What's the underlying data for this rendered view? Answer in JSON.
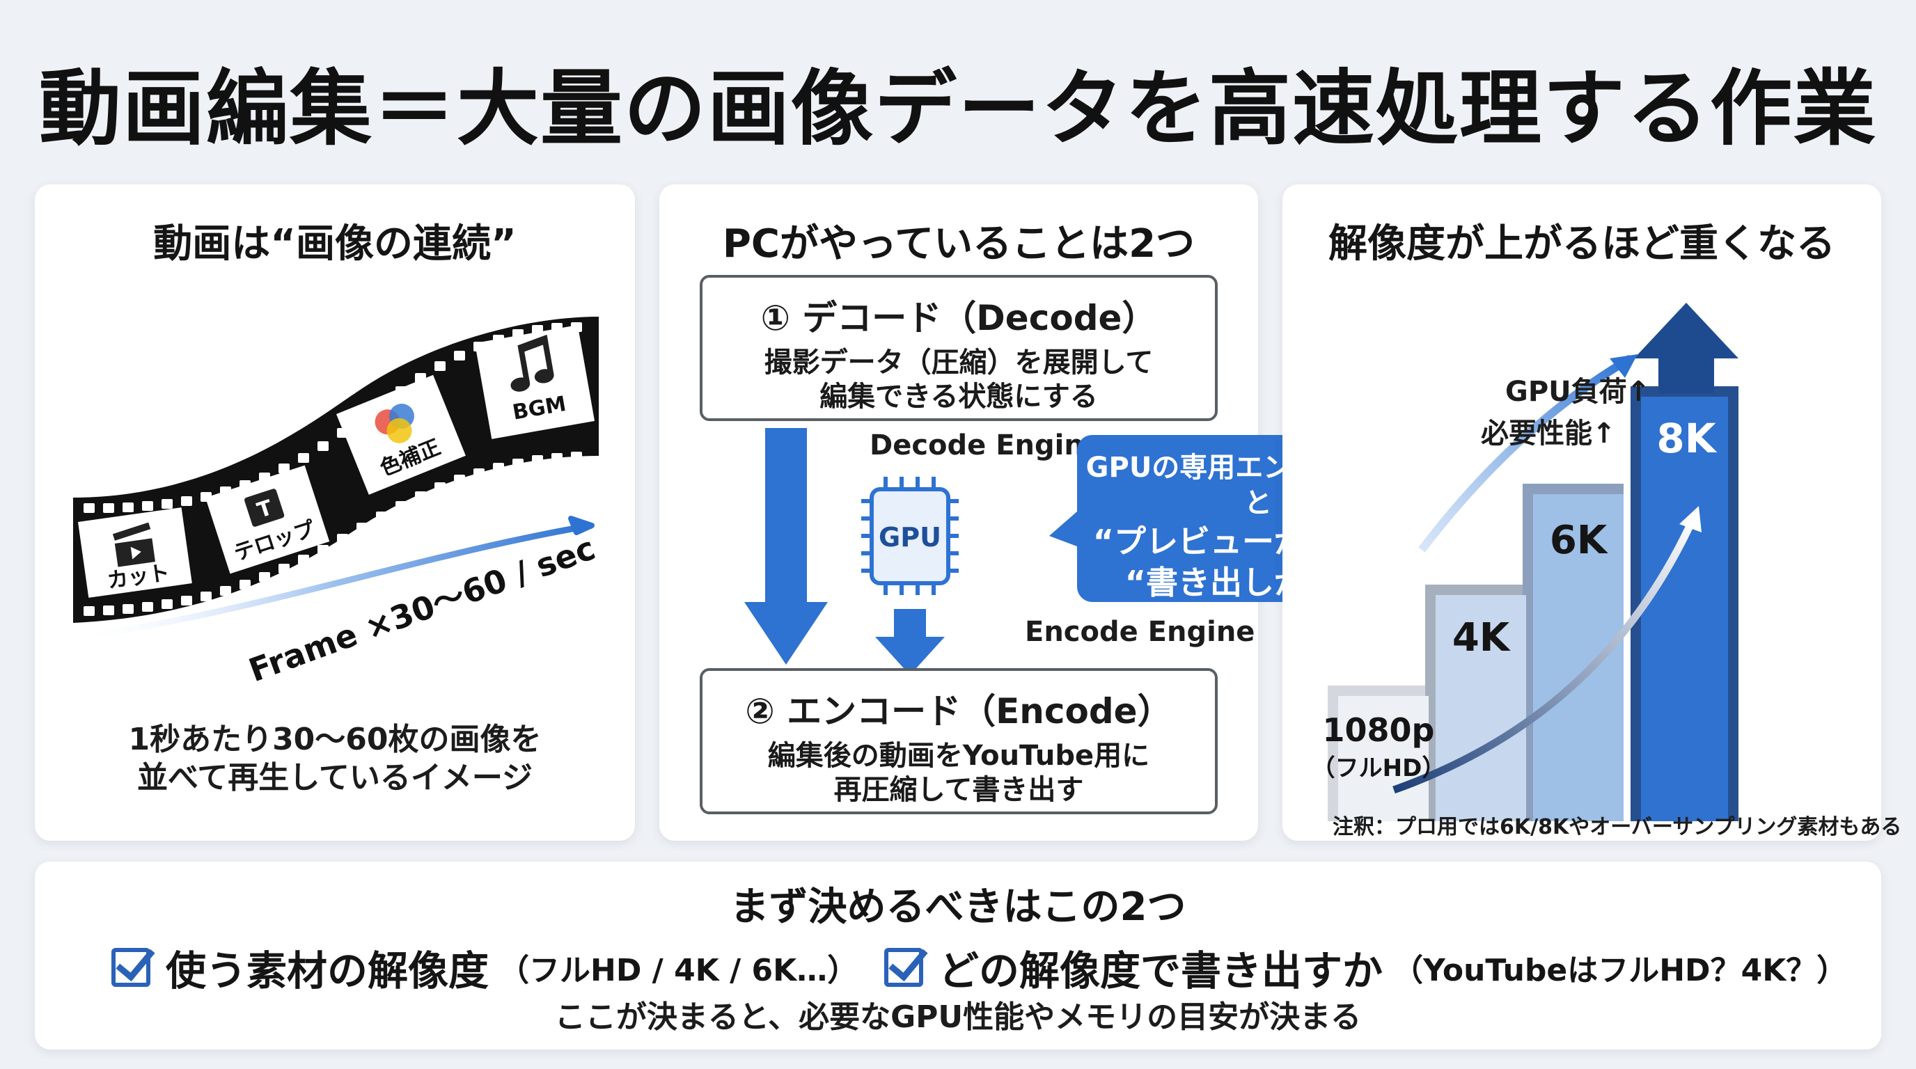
{
  "title": "動画編集＝大量の画像データを高速処理する作業",
  "panel1": {
    "heading": "動画は“画像の連続”",
    "frames": [
      "カット",
      "テロップ",
      "色補正",
      "BGM"
    ],
    "frame_caption": "Frame ×30～60 / sec",
    "caption": "1秒あたり30～60枚の画像を\n並べて再生しているイメージ",
    "icons": [
      "clapperboard-icon",
      "text-t-icon",
      "color-circles-icon",
      "music-note-icon"
    ]
  },
  "panel2": {
    "heading": "PCがやっていることは2つ",
    "decode": {
      "title": "① デコード（Decode）",
      "desc": "撮影データ（圧縮）を展開して\n編集できる状態にする"
    },
    "decode_engine": "Decode Engine",
    "gpu_label": "GPU",
    "encode_engine": "Encode Engine",
    "bubble": {
      "line1": "GPUの専用エンジンがあると",
      "line2": "“プレビューが滑らか”",
      "line3": "“書き出しが速い”"
    },
    "encode": {
      "title": "② エンコード（Encode）",
      "desc": "編集後の動画をYouTube用に\n再圧縮して書き出す"
    },
    "accent": "#2e72d2"
  },
  "panel3": {
    "heading": "解像度が上がるほど重くなる",
    "arrow_label1": "GPU負荷↑",
    "arrow_label2": "必要性能↑",
    "steps": [
      {
        "label": "1080p",
        "sub": "（フルHD）",
        "color": "#edf1f6"
      },
      {
        "label": "4K",
        "sub": "",
        "color": "#c7d8ee"
      },
      {
        "label": "6K",
        "sub": "",
        "color": "#9ebfe6"
      },
      {
        "label": "8K",
        "sub": "",
        "color": "#2f72d0"
      }
    ],
    "note": "注釈：プロ用では6K/8Kやオーバーサンプリング素材もある"
  },
  "panel4": {
    "heading": "まず決めるべきはこの2つ",
    "check1_main": "使う素材の解像度",
    "check1_sub": "（フルHD / 4K / 6K…）",
    "check2_main": "どの解像度で書き出すか",
    "check2_sub": "（YouTubeはフルHD？4K？）",
    "footer": "ここが決まると、必要なGPU性能やメモリの目安が決まる"
  }
}
